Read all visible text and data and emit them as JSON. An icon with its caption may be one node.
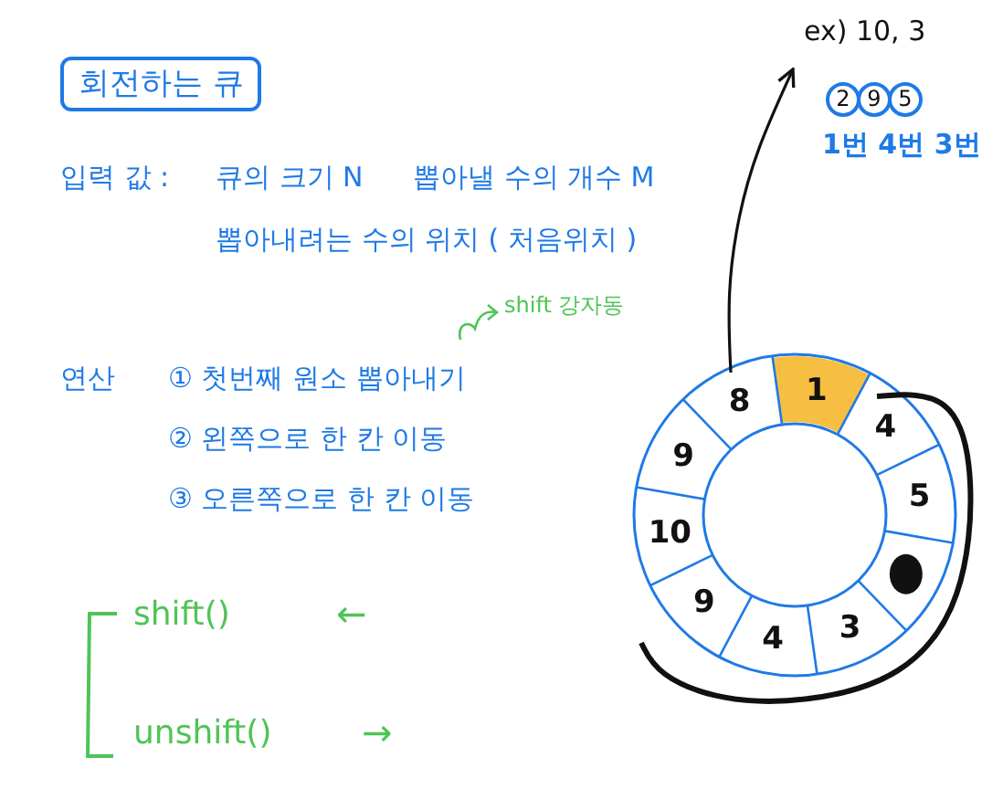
{
  "diagram": {
    "title": "회전하는 큐",
    "nodes": [
      {
        "text": [
          "ex) 10, 3"
        ]
      },
      {
        "text": [
          "2"
        ]
      },
      {
        "text": [
          "9"
        ]
      },
      {
        "text": [
          "5"
        ]
      },
      {
        "text": [],
        "shape": "circle"
      }
    ],
    "edges": [
      {
        "from": 4,
        "to": 0,
        "arrow": "to"
      }
    ],
    "labels": [
      "1번 4번 3번",
      "입력 값 :",
      "큐의 크기 N",
      "뽑아낼 수의 개수 M",
      "뽑아내려는 수의 위치 ( 처음위치 )",
      "shift 강자동",
      "연산",
      "① 첫번째 원소 뽑아내기",
      "② 왼쪽으로 한 칸 이동",
      "③ 오른쪽으로 한 칸 이동",
      "shift()",
      "←",
      "unshift()",
      "→",
      "1",
      "4",
      "5",
      "3",
      "4",
      "9",
      "10",
      "9",
      "8"
    ]
  }
}
